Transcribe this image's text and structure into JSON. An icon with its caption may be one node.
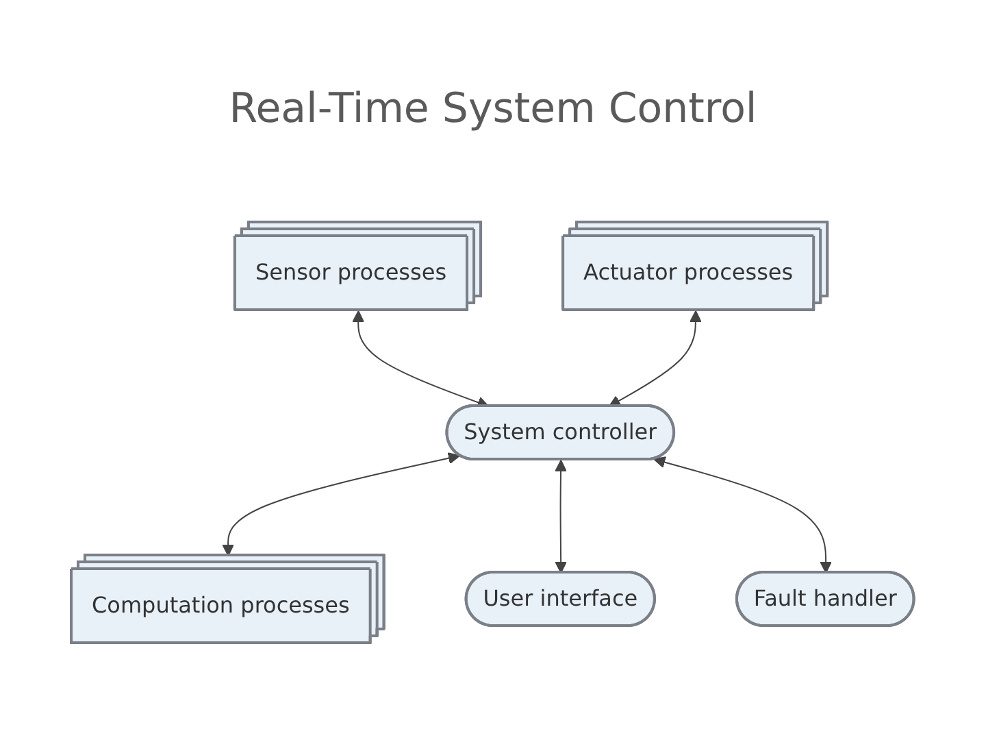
{
  "diagram": {
    "title": "Real-Time System Control",
    "nodes": [
      {
        "text": [
          "Sensor processes"
        ]
      },
      {
        "text": [
          "Actuator processes"
        ]
      },
      {
        "text": [
          "System controller"
        ]
      },
      {
        "text": [
          "Computation processes"
        ]
      },
      {
        "text": [
          "User interface"
        ]
      },
      {
        "text": [
          "Fault handler"
        ]
      }
    ],
    "edges": [
      {
        "from": 0,
        "to": 2,
        "arrow": "both"
      },
      {
        "from": 1,
        "to": 2,
        "arrow": "both"
      },
      {
        "from": 2,
        "to": 3,
        "arrow": "both"
      },
      {
        "from": 2,
        "to": 4,
        "arrow": "both"
      },
      {
        "from": 2,
        "to": 5,
        "arrow": "both"
      }
    ]
  }
}
